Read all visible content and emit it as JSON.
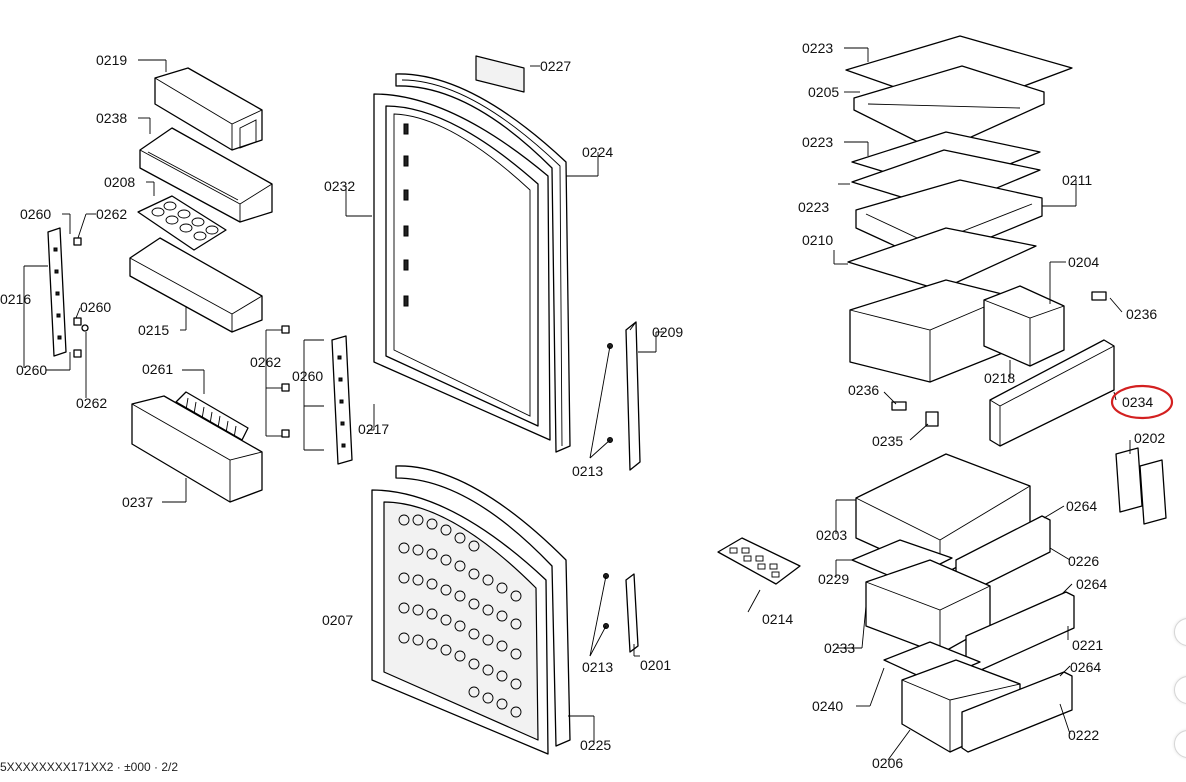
{
  "diagram": {
    "footer_text": "5XXXXXXXX171XX2 · ±000 · 2/2",
    "highlight_color": "#d32020",
    "highlighted_part": "0234",
    "labels": {
      "p0219": "0219",
      "p0238": "0238",
      "p0208": "0208",
      "p0260a": "0260",
      "p0262a": "0262",
      "p0216": "0216",
      "p0260b": "0260",
      "p0260c": "0260",
      "p0262b": "0262",
      "p0215": "0215",
      "p0261": "0261",
      "p0237": "0237",
      "p0262c": "0262",
      "p0260d": "0260",
      "p0217": "0217",
      "p0232": "0232",
      "p0227": "0227",
      "p0224": "0224",
      "p0209": "0209",
      "p0213a": "0213",
      "p0207": "0207",
      "p0213b": "0213",
      "p0201": "0201",
      "p0225": "0225",
      "p0214": "0214",
      "p0223a": "0223",
      "p0205": "0205",
      "p0223b": "0223",
      "p0223c": "0223",
      "p0211": "0211",
      "p0210": "0210",
      "p0204": "0204",
      "p0236a": "0236",
      "p0218": "0218",
      "p0236b": "0236",
      "p0235": "0235",
      "p0234": "0234",
      "p0202": "0202",
      "p0203": "0203",
      "p0264a": "0264",
      "p0226": "0226",
      "p0229": "0229",
      "p0264b": "0264",
      "p0233": "0233",
      "p0221": "0221",
      "p0264c": "0264",
      "p0240": "0240",
      "p0222": "0222",
      "p0206": "0206"
    }
  }
}
